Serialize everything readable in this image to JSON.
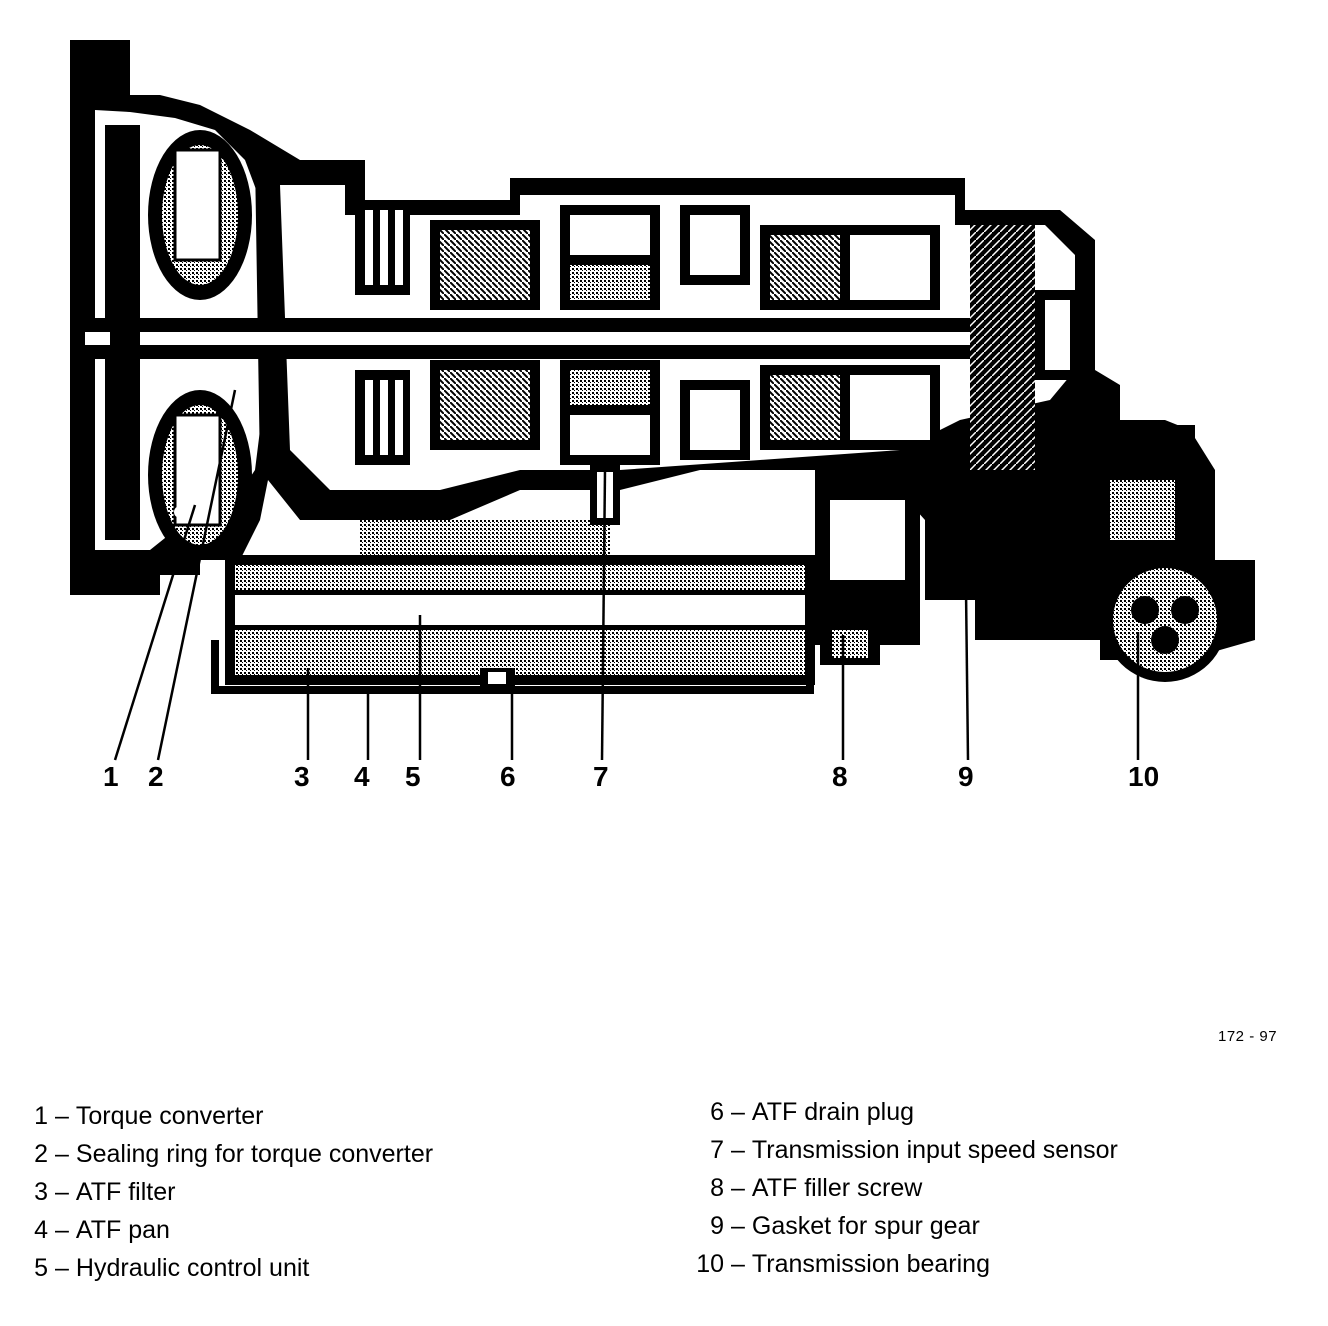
{
  "figure_ref": "172 - 97",
  "callouts": [
    "1",
    "2",
    "3",
    "4",
    "5",
    "6",
    "7",
    "8",
    "9",
    "10"
  ],
  "legend": [
    {
      "num": "1",
      "label": "Torque converter"
    },
    {
      "num": "2",
      "label": "Sealing ring for torque converter"
    },
    {
      "num": "3",
      "label": "ATF filter"
    },
    {
      "num": "4",
      "label": "ATF pan"
    },
    {
      "num": "5",
      "label": "Hydraulic control unit"
    },
    {
      "num": "6",
      "label": "ATF drain plug"
    },
    {
      "num": "7",
      "label": "Transmission input speed sensor"
    },
    {
      "num": "8",
      "label": "ATF filler screw"
    },
    {
      "num": "9",
      "label": "Gasket for spur gear"
    },
    {
      "num": "10",
      "label": "Transmission bearing"
    }
  ],
  "separator": "–",
  "colors": {
    "ink": "#000000",
    "paper": "#ffffff",
    "shade": "#888888"
  }
}
